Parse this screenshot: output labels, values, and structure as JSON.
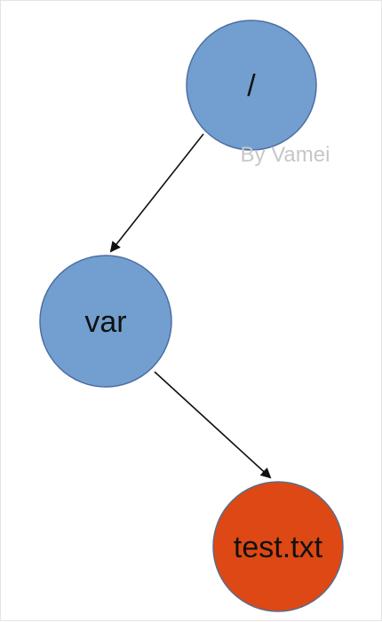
{
  "diagram": {
    "nodes": [
      {
        "id": "root",
        "label": "/",
        "color": "#729fcf"
      },
      {
        "id": "var",
        "label": "var",
        "color": "#729fcf"
      },
      {
        "id": "test",
        "label": "test.txt",
        "color": "#dd4814"
      }
    ],
    "edges": [
      {
        "from": "root",
        "to": "var"
      },
      {
        "from": "var",
        "to": "test"
      }
    ],
    "node_stroke": "#4d6fa3",
    "edge_color": "#111111"
  },
  "watermark": "By Vamei"
}
